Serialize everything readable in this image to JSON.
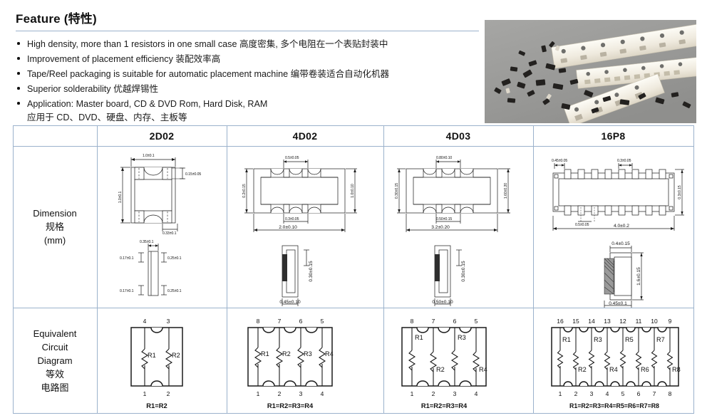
{
  "feature": {
    "title": "Feature (特性)",
    "bullets": [
      {
        "text": "High density, more than 1 resistors in one small case 高度密集, 多个电阻在一个表贴封装中"
      },
      {
        "text": "Improvement of placement efficiency 装配效率高"
      },
      {
        "text": "Tape/Reel packaging is suitable for automatic placement machine 编带卷装适合自动化机器"
      },
      {
        "text": "Superior solderability 优越焊锡性"
      },
      {
        "text": "Application: Master board, CD & DVD Rom, Hard Disk, RAM",
        "sub": "应用于 CD、DVD、硬盘、内存、主板等"
      }
    ]
  },
  "photo": {
    "alt": "smd-resistor-array-tape-reel-photo"
  },
  "table": {
    "corner_label": "",
    "columns": [
      "2D02",
      "4D02",
      "4D03",
      "16P8"
    ],
    "rows": [
      {
        "label_lines": [
          "Dimension",
          "规格",
          "(mm)"
        ]
      },
      {
        "label_lines": [
          "Equivalent",
          "Circuit",
          "Diagram",
          "等效",
          "电路图"
        ]
      }
    ]
  },
  "dimensions": {
    "2D02": {
      "top_view": {
        "width": "1.0±0.1",
        "height": "1.0±0.1",
        "pad_thickness": "0.15±0.05",
        "pad_width": "0.33±0.1"
      },
      "side_view": {
        "width": "0.35±0.1",
        "left_top": "0.17±0.1",
        "right_top": "0.25±0.1",
        "left_bottom": "0.17±0.1",
        "right_bottom": "0.25±0.1"
      }
    },
    "4D02": {
      "top_view": {
        "pitch_top": "0.5±0.05",
        "left_height": "0.2±0.15",
        "right_height": "1.0±0.10",
        "pad_width": "0.3±0.05",
        "length": "2.0±0.10"
      },
      "side_view": {
        "height": "0.30±0.15",
        "width": "0.45±0.10"
      }
    },
    "4D03": {
      "top_view": {
        "pitch_top": "0.80±0.10",
        "left_height": "0.30±0.15",
        "right_height": "1.60±0.20",
        "pad_width": "0.50±0.15",
        "length": "3.2±0.20"
      },
      "side_view": {
        "height": "0.30±0.15",
        "width": "0.50±0.10"
      }
    },
    "16P8": {
      "top_view": {
        "end_pad": "0.45±0.05",
        "pad_width": "0.3±0.05",
        "height": "0.3±0.15",
        "pitch": "0.5±0.05",
        "length": "4.0±0.2"
      },
      "side_view": {
        "top_width": "0.4±0.15",
        "height": "1.6±0.15",
        "bottom_width": "0.45±0.1"
      }
    }
  },
  "circuits": {
    "2D02": {
      "top_pins": [
        "4",
        "3"
      ],
      "bottom_pins": [
        "1",
        "2"
      ],
      "resistors": [
        "R1",
        "R2"
      ],
      "equation": "R1=R2"
    },
    "4D02": {
      "top_pins": [
        "8",
        "7",
        "6",
        "5"
      ],
      "bottom_pins": [
        "1",
        "2",
        "3",
        "4"
      ],
      "resistors": [
        "R1",
        "R2",
        "R3",
        "R4"
      ],
      "equation": "R1=R2=R3=R4"
    },
    "4D03": {
      "top_pins": [
        "8",
        "7",
        "6",
        "5"
      ],
      "bottom_pins": [
        "1",
        "2",
        "3",
        "4"
      ],
      "resistors": [
        "R1",
        "R2",
        "R3",
        "R4"
      ],
      "equation": "R1=R2=R3=R4"
    },
    "16P8": {
      "top_pins": [
        "16",
        "15",
        "14",
        "13",
        "12",
        "11",
        "10",
        "9"
      ],
      "bottom_pins": [
        "1",
        "2",
        "3",
        "4",
        "5",
        "6",
        "7",
        "8"
      ],
      "resistors": [
        "R1",
        "R2",
        "R3",
        "R4",
        "R5",
        "R6",
        "R7",
        "R8"
      ],
      "equation": "R1=R2=R3=R4=R5=R6=R7=R8"
    }
  },
  "colors": {
    "rule": "#9bb2cc",
    "text": "#111111",
    "line": "#1a1a1a"
  }
}
